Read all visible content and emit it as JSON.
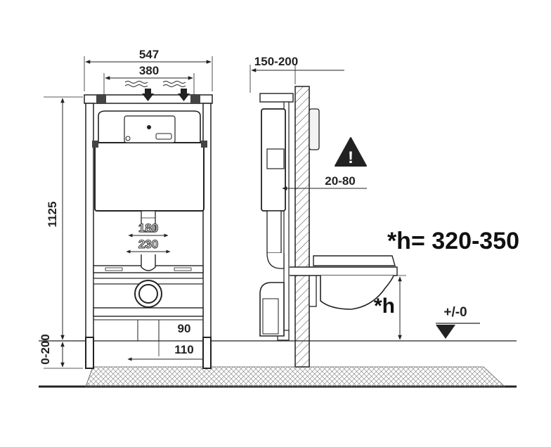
{
  "dimensions": {
    "frame_width": "547",
    "inner_width": "380",
    "depth": "150-200",
    "height": "1125",
    "leg_adjust": "0-200",
    "wall_gap": "20-80",
    "pipe_180": "180",
    "pipe_230": "230",
    "drain_90": "90",
    "drain_110": "110"
  },
  "labels": {
    "h_formula": "*h= 320-350",
    "h_marker": "*h",
    "floor_level": "+/-0",
    "warning_glyph": "!"
  },
  "icons": {
    "warning": "warning-triangle-icon",
    "level": "floor-level-icon"
  },
  "colors": {
    "line": "#222222",
    "hatch": "#444444",
    "fill_light": "#f2f2f2"
  }
}
